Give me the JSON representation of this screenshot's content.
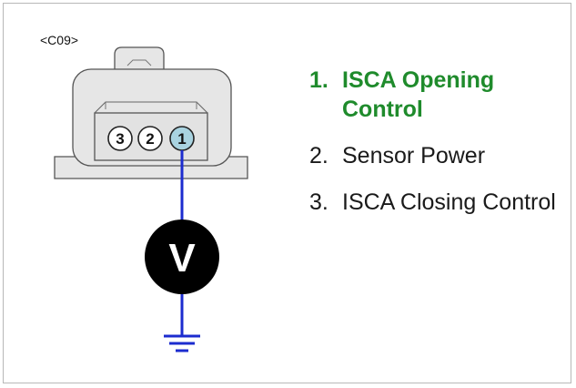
{
  "connector": {
    "label": "<C09>",
    "pins": [
      "3",
      "2",
      "1"
    ],
    "measured_pin": "1"
  },
  "meter": {
    "symbol": "V"
  },
  "pin_list": [
    {
      "number": "1.",
      "description": "ISCA Opening Control",
      "highlighted": true
    },
    {
      "number": "2.",
      "description": "Sensor Power",
      "highlighted": false
    },
    {
      "number": "3.",
      "description": "ISCA Closing Control",
      "highlighted": false
    }
  ],
  "colors": {
    "highlight_text": "#1f8b2c",
    "wire": "#1c2ccf",
    "connector_fill": "#e6e6e6",
    "active_pin": "#a9d3e0",
    "meter": "#000000"
  }
}
